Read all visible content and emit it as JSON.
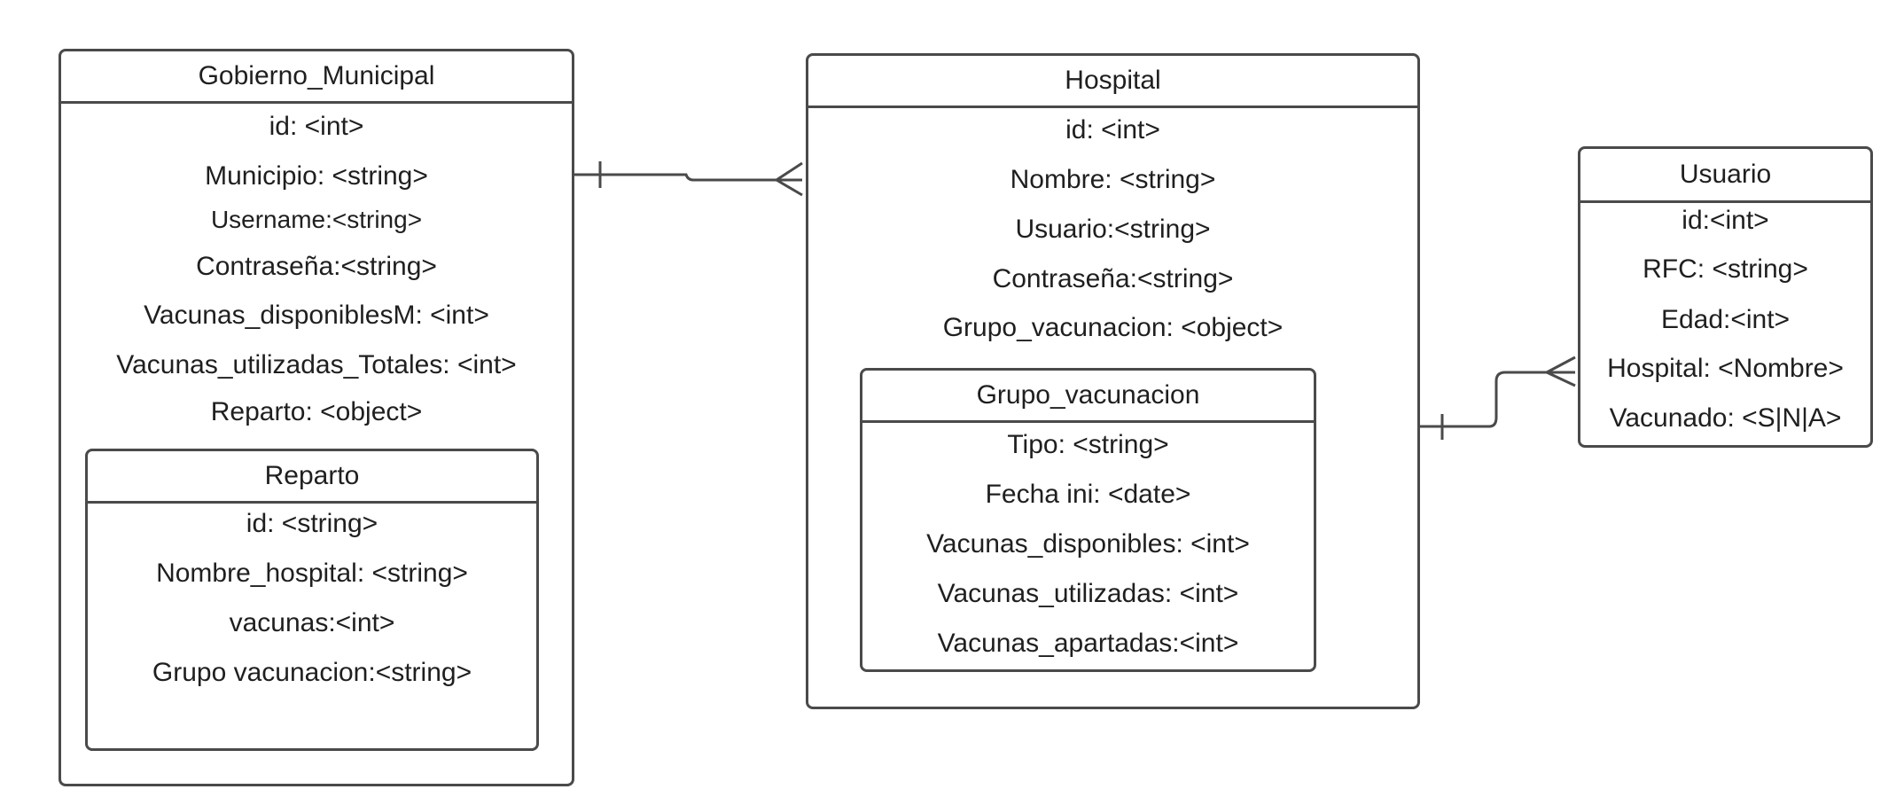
{
  "colors": {
    "line": "#4a4a4a",
    "text": "#1f1f1f",
    "background": "#ffffff"
  },
  "gobierno": {
    "title": "Gobierno_Municipal",
    "attributes": [
      "id: <int>",
      "Municipio: <string>",
      "Username:<string>",
      "Contraseña:<string>",
      "Vacunas_disponiblesM: <int>",
      "Vacunas_utilizadas_Totales: <int>",
      "Reparto: <object>"
    ]
  },
  "reparto": {
    "title": "Reparto",
    "attributes": [
      "id: <string>",
      "Nombre_hospital: <string>",
      "vacunas:<int>",
      "Grupo vacunacion:<string>"
    ]
  },
  "hospital": {
    "title": "Hospital",
    "attributes": [
      "id: <int>",
      "Nombre: <string>",
      "Usuario:<string>",
      "Contraseña:<string>",
      "Grupo_vacunacion: <object>"
    ]
  },
  "grupo_vacunacion": {
    "title": "Grupo_vacunacion",
    "attributes": [
      "Tipo: <string>",
      "Fecha ini: <date>",
      "Vacunas_disponibles: <int>",
      "Vacunas_utilizadas: <int>",
      "Vacunas_apartadas:<int>"
    ]
  },
  "usuario": {
    "title": "Usuario",
    "attributes": [
      "id:<int>",
      "RFC: <string>",
      "Edad:<int>",
      "Hospital: <Nombre>",
      "Vacunado: <S|N|A>"
    ]
  },
  "relationships": [
    {
      "from": "Gobierno_Municipal",
      "from_cardinality": "one",
      "to": "Hospital",
      "to_cardinality": "many"
    },
    {
      "from": "Hospital",
      "from_cardinality": "one",
      "to": "Usuario",
      "to_cardinality": "many"
    }
  ]
}
